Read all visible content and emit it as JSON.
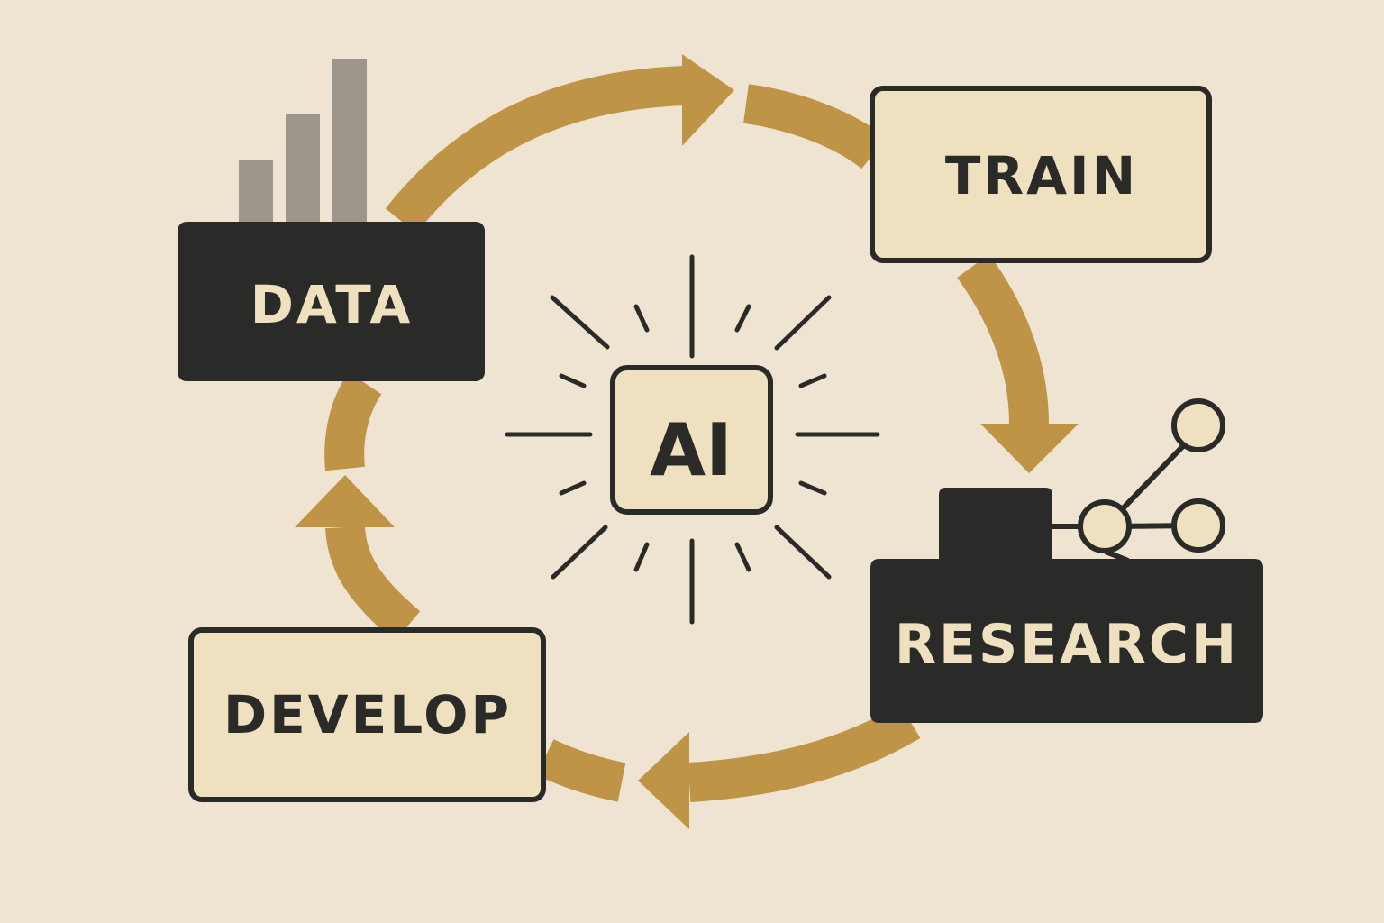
{
  "diagram": {
    "center_label": "AI",
    "stages": {
      "data": {
        "label": "DATA"
      },
      "train": {
        "label": "TRAIN"
      },
      "research": {
        "label": "RESEARCH"
      },
      "develop": {
        "label": "DEVELOP"
      }
    },
    "flow_order": [
      "DATA",
      "TRAIN",
      "RESEARCH",
      "DEVELOP"
    ],
    "icons": {
      "data": "bar-chart-icon",
      "research": "network-nodes-icon",
      "center": "sparkle-burst-icon"
    },
    "colors": {
      "background": "#efe4d1",
      "arrow": "#bf9446",
      "dark": "#2a2a28",
      "light_box": "#efe0c0",
      "label_light": "#efe0c0",
      "bars": "#9c978a"
    }
  }
}
